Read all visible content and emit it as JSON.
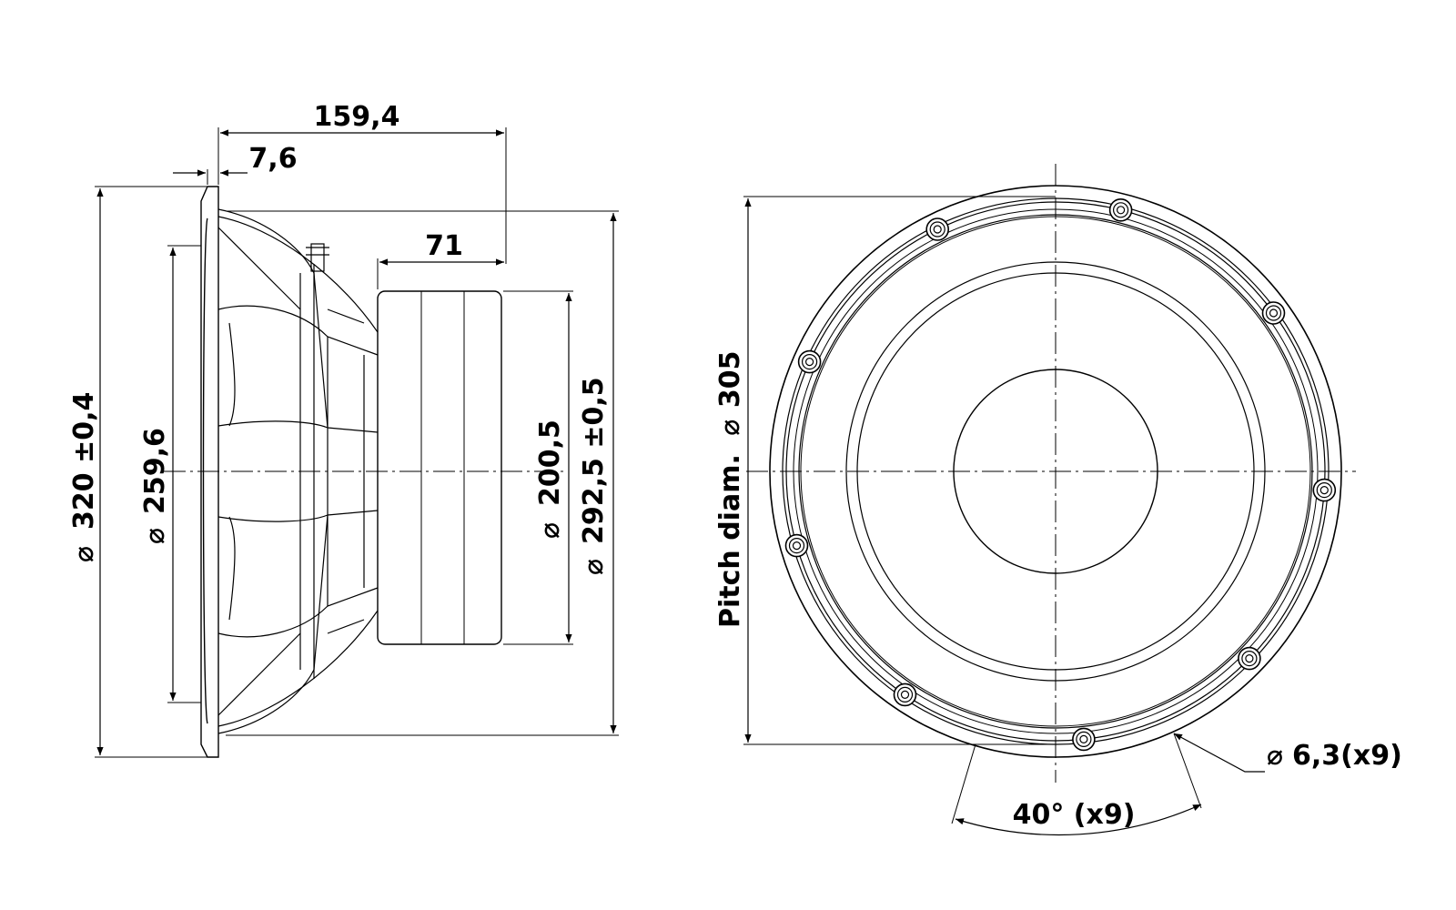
{
  "colors": {
    "line": "#000000",
    "background": "#ffffff"
  },
  "icons": {
    "diameter_symbol": "diameter-symbol-icon"
  },
  "side_view": {
    "overall_depth": "159,4",
    "flange_thickness": "7,6",
    "magnet_depth": "71",
    "outer_diameter": "320 ±0,4",
    "cutout_diameter": "259,6",
    "magnet_diameter": "200,5",
    "frame_diameter": "292,5 ±0,5"
  },
  "front_view": {
    "pitch_label": "Pitch diam.",
    "pitch_diameter": "305",
    "hole_spec": "6,3(x9)",
    "hole_angle": "40° (x9)"
  }
}
